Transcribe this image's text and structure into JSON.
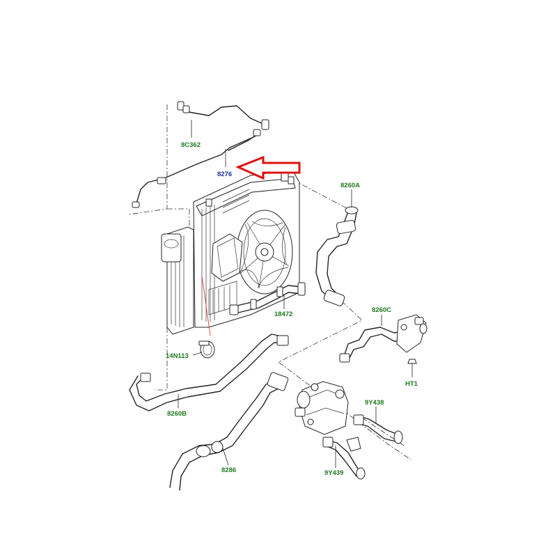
{
  "parts": {
    "p8C362": "8C362",
    "p8276": "8276",
    "p8260A": "8260A",
    "p18472": "18472",
    "p8260C": "8260C",
    "pHT1": "HT1",
    "p14N113": "14N113",
    "p8260B": "8260B",
    "p9Y438": "9Y438",
    "p9Y439": "9Y439",
    "p8286": "8286"
  },
  "colors": {
    "label_green": "#1e7a1e",
    "label_blue": "#1a2fa0",
    "highlight_arrow": "#e01010",
    "pointer_line": "#e05050"
  },
  "highlight": {
    "target_part": "8276",
    "arrow": "red-outline-arrow"
  }
}
